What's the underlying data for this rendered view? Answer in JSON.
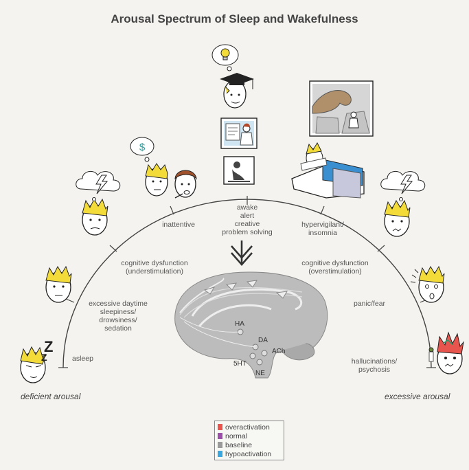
{
  "title": "Arousal Spectrum of Sleep and Wakefulness",
  "arc_labels": {
    "asleep": "asleep",
    "excessive_daytime_1": "excessive daytime",
    "excessive_daytime_2": "sleepiness/",
    "excessive_daytime_3": "drowsiness/",
    "excessive_daytime_4": "sedation",
    "cog_under_1": "cognitive dysfunction",
    "cog_under_2": "(understimulation)",
    "inattentive": "inattentive",
    "awake_1": "awake",
    "awake_2": "alert",
    "awake_3": "creative",
    "awake_4": "problem solving",
    "hyper_1": "hypervigilant/",
    "hyper_2": "insomnia",
    "cog_over_1": "cognitive dysfunction",
    "cog_over_2": "(overstimulation)",
    "panic": "panic/fear",
    "halluc_1": "hallucinations/",
    "halluc_2": "psychosis"
  },
  "corners": {
    "left": "deficient arousal",
    "right": "excessive arousal"
  },
  "brain_labels": {
    "ha": "HA",
    "da": "DA",
    "ach": "ACh",
    "5ht": "5HT",
    "ne": "NE"
  },
  "legend": [
    {
      "label": "overactivation",
      "color": "#e8554e"
    },
    {
      "label": "normal",
      "color": "#9b4fa8"
    },
    {
      "label": "baseline",
      "color": "#9a9a9a"
    },
    {
      "label": "hypoactivation",
      "color": "#3aa6dd"
    }
  ],
  "icons": {
    "dollar": "$",
    "sleep_z": "Z"
  }
}
